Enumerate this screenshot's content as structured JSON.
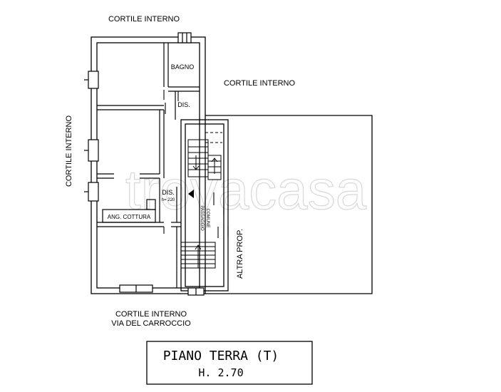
{
  "labels": {
    "top_courtyard": "CORTILE INTERNO",
    "right_courtyard": "CORTILE INTERNO",
    "left_courtyard": "CORTILE INTERNO",
    "bottom_courtyard": "CORTILE INTERNO",
    "bottom_street": "VIA DEL CARROCCIO",
    "bathroom": "BAGNO",
    "hall_upper": "DIS.",
    "hall_lower": "DIS.",
    "hall_lower_height": "h= 220",
    "kitchenette": "ANG. COTTURA",
    "common_passage_line1": "PASSAGGIO",
    "common_passage_line2": "COMUNE",
    "other_property": "ALTRA PROP."
  },
  "watermark": "trovacasa",
  "title_box": {
    "title": "PIANO TERRA (T)",
    "height": "H. 2.70"
  }
}
